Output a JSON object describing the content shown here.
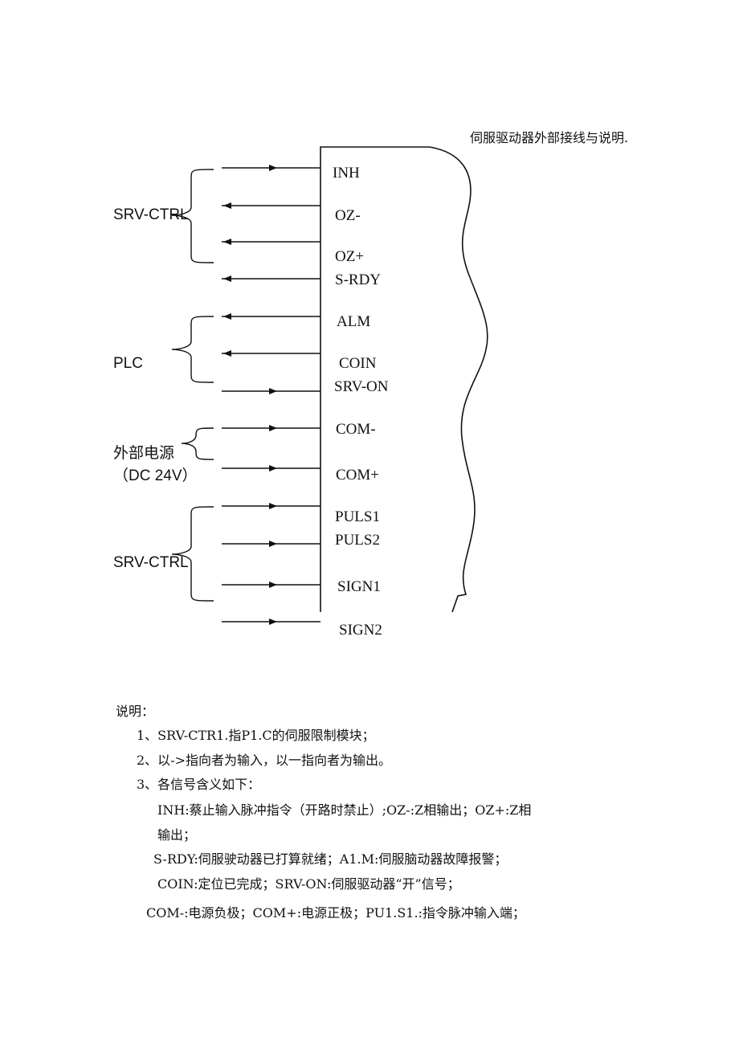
{
  "caption": "伺服驱动器外部接线与说明.",
  "signals": [
    "INH",
    "OZ-",
    "OZ+",
    "S-RDY",
    "ALM",
    "COIN",
    "SRV-ON",
    "COM-",
    "COM+",
    "PULS1",
    "PULS2",
    "SIGN1",
    "SIGN2"
  ],
  "groups": {
    "srv_ctrl_top": "SRV-CTRL",
    "plc": "PLC",
    "power_line1": "外部电源",
    "power_line2": "（DC 24V）",
    "srv_ctrl_bottom": "SRV-CTRL"
  },
  "notes": {
    "heading": "说明：",
    "item1": "1、SRV-CTR1.指P1.C的伺服限制模块；",
    "item2": "2、以->指向者为输入，以一指向者为输出。",
    "item3": "3、各信号含义如下：",
    "def1": "INH:蔡止输入脉冲指令（开路时禁止）;OZ-:Z相输出；OZ+:Z相",
    "def1b": "输出；",
    "def2": "S-RDY:伺服驶动器已打算就绪；A1.M:伺服脑动器故障报警；",
    "def3": "COIN:定位已完成；SRV-ON:伺服驱动器“开”信号；",
    "def4": "COM-:电源负极；COM+:电源正极；PU1.S1.:指令脉冲输入端；"
  }
}
